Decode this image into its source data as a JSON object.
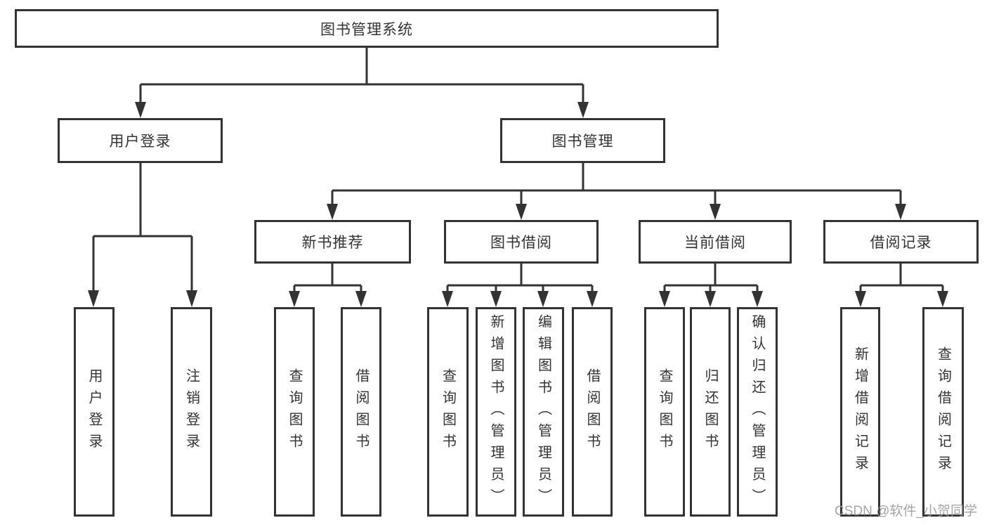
{
  "tree": {
    "root": {
      "label": "图书管理系统"
    },
    "level2": [
      {
        "id": "user-login",
        "label": "用户登录"
      },
      {
        "id": "book-management",
        "label": "图书管理"
      }
    ],
    "level3": [
      {
        "id": "new-book-recommend",
        "label": "新书推荐",
        "parent": "book-management"
      },
      {
        "id": "book-borrow",
        "label": "图书借阅",
        "parent": "book-management"
      },
      {
        "id": "current-borrow",
        "label": "当前借阅",
        "parent": "book-management"
      },
      {
        "id": "borrow-records",
        "label": "借阅记录",
        "parent": "book-management"
      }
    ],
    "leaves": [
      {
        "group": "user-login",
        "label": "用户登录"
      },
      {
        "group": "user-login",
        "label": "注销登录"
      },
      {
        "group": "new-book-recommend",
        "label": "查询图书"
      },
      {
        "group": "new-book-recommend",
        "label": "借阅图书"
      },
      {
        "group": "book-borrow",
        "label": "查询图书"
      },
      {
        "group": "book-borrow",
        "label": "新增图书（管理员）"
      },
      {
        "group": "book-borrow",
        "label": "编辑图书（管理员）"
      },
      {
        "group": "book-borrow",
        "label": "借阅图书"
      },
      {
        "group": "current-borrow",
        "label": "查询图书"
      },
      {
        "group": "current-borrow",
        "label": "归还图书"
      },
      {
        "group": "current-borrow",
        "label": "确认归还（管理员）"
      },
      {
        "group": "borrow-records",
        "label": "新增借阅记录"
      },
      {
        "group": "borrow-records",
        "label": "查询借阅记录"
      }
    ]
  },
  "watermark": {
    "text": "CSDN @软件_小贺同学",
    "color": "#9c9c9c"
  },
  "colors": {
    "line": "#333333",
    "box_border": "#333333",
    "box_bg": "#ffffff",
    "text": "#333333"
  }
}
